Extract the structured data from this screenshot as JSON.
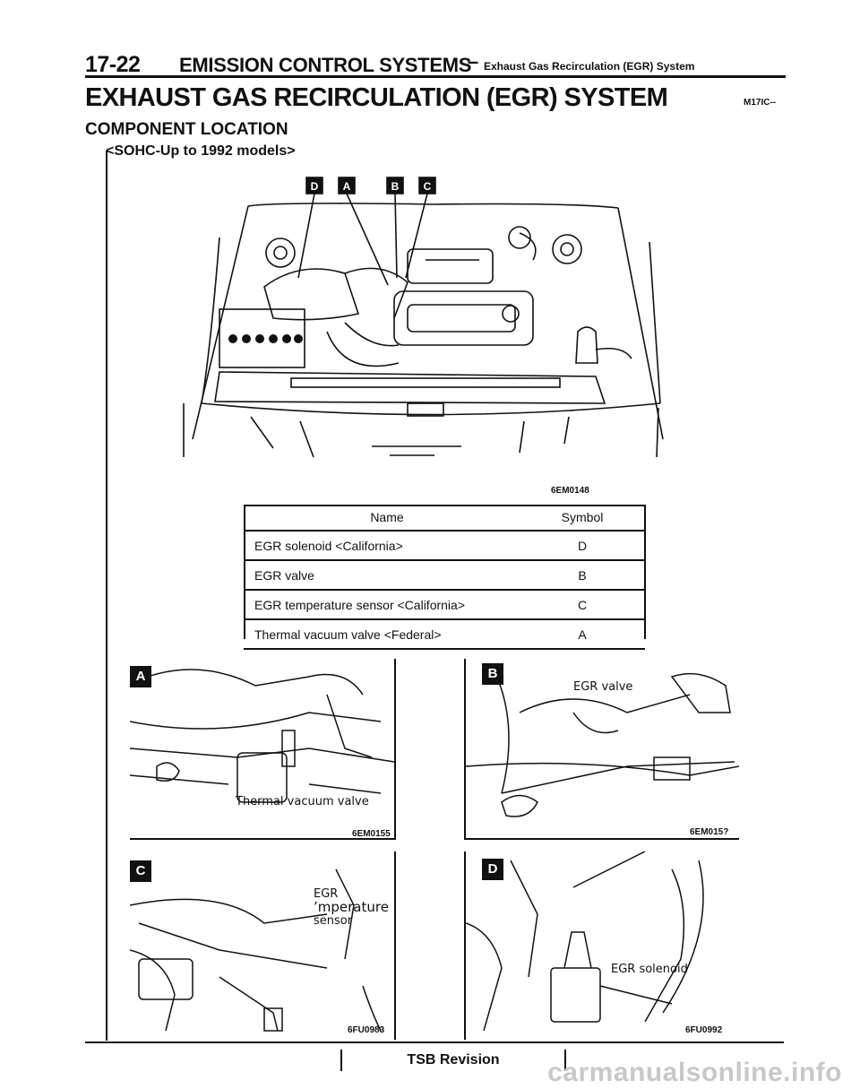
{
  "header": {
    "page_number": "17-22",
    "section_title": "EMISSION CONTROL SYSTEMS",
    "dash": "–",
    "subsection": "Exhaust Gas Recirculation (EGR) System"
  },
  "title": "EXHAUST GAS RECIRCULATION (EGR) SYSTEM",
  "title_code": "M17IC--",
  "subtitle": "COMPONENT LOCATION",
  "model_note": "<SOHC-Up to 1992 models>",
  "main_figure": {
    "callouts": [
      "D",
      "A",
      "B",
      "C"
    ],
    "figure_code": "6EM0148"
  },
  "table": {
    "headers": {
      "name": "Name",
      "symbol": "Symbol"
    },
    "rows": [
      {
        "name": "EGR solenoid <California>",
        "symbol": "D"
      },
      {
        "name": "EGR valve",
        "symbol": "B"
      },
      {
        "name": "EGR temperature sensor <California>",
        "symbol": "C"
      },
      {
        "name": "Thermal vacuum valve <Federal>",
        "symbol": "A"
      }
    ]
  },
  "detail_photos": [
    {
      "badge": "A",
      "label": "Thermal vacuum valve",
      "figure_code": "6EM0155"
    },
    {
      "badge": "B",
      "label": "EGR valve",
      "figure_code": "6EM015?"
    },
    {
      "badge": "C",
      "label_lines": [
        "EGR",
        "’mperature",
        "sensor"
      ],
      "figure_code": "6FU0983"
    },
    {
      "badge": "D",
      "label": "EGR solenoid",
      "figure_code": "6FU0992"
    }
  ],
  "footer": {
    "tsb": "TSB Revision"
  },
  "watermark": "carmanualsonline.info"
}
